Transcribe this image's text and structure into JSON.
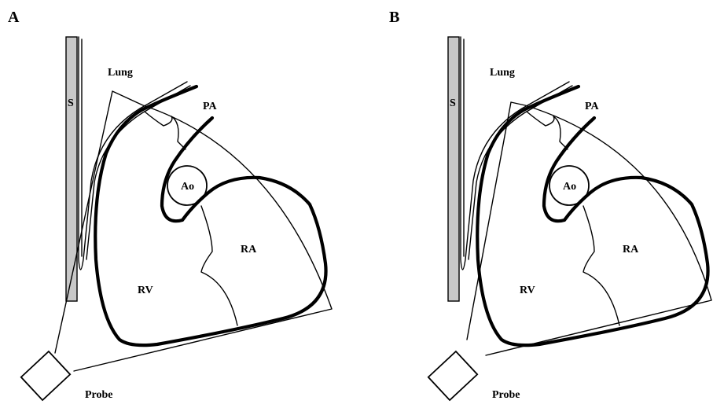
{
  "panels": [
    {
      "letter": "A",
      "labels": {
        "sternum": "S",
        "lung": "Lung",
        "pa": "PA",
        "ao": "Ao",
        "ra": "RA",
        "rv": "RV",
        "probe": "Probe"
      }
    },
    {
      "letter": "B",
      "labels": {
        "sternum": "S",
        "lung": "Lung",
        "pa": "PA",
        "ao": "Ao",
        "ra": "RA",
        "rv": "RV",
        "probe": "Probe"
      }
    }
  ],
  "colors": {
    "line": "#000000",
    "sternum_fill": "#c8c8c8",
    "background": "#ffffff"
  }
}
